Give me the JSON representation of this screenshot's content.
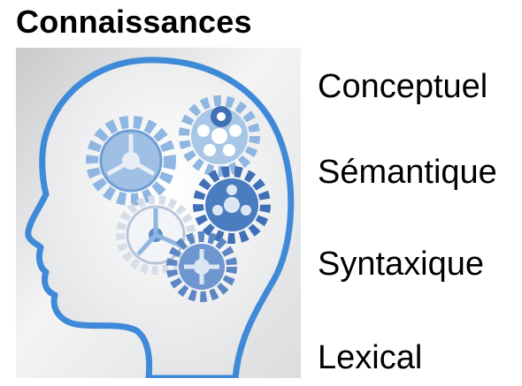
{
  "title": "Connaissances",
  "illustration": {
    "icon": "head-with-gears-icon",
    "colors": {
      "outline": "#3f8ad8",
      "gear_dark": "#3f6fb4",
      "gear_light": "#8fb6e0",
      "background": "#e9eaeb"
    }
  },
  "terms": [
    "Conceptuel",
    "Sémantique",
    "Syntaxique",
    "Lexical"
  ]
}
